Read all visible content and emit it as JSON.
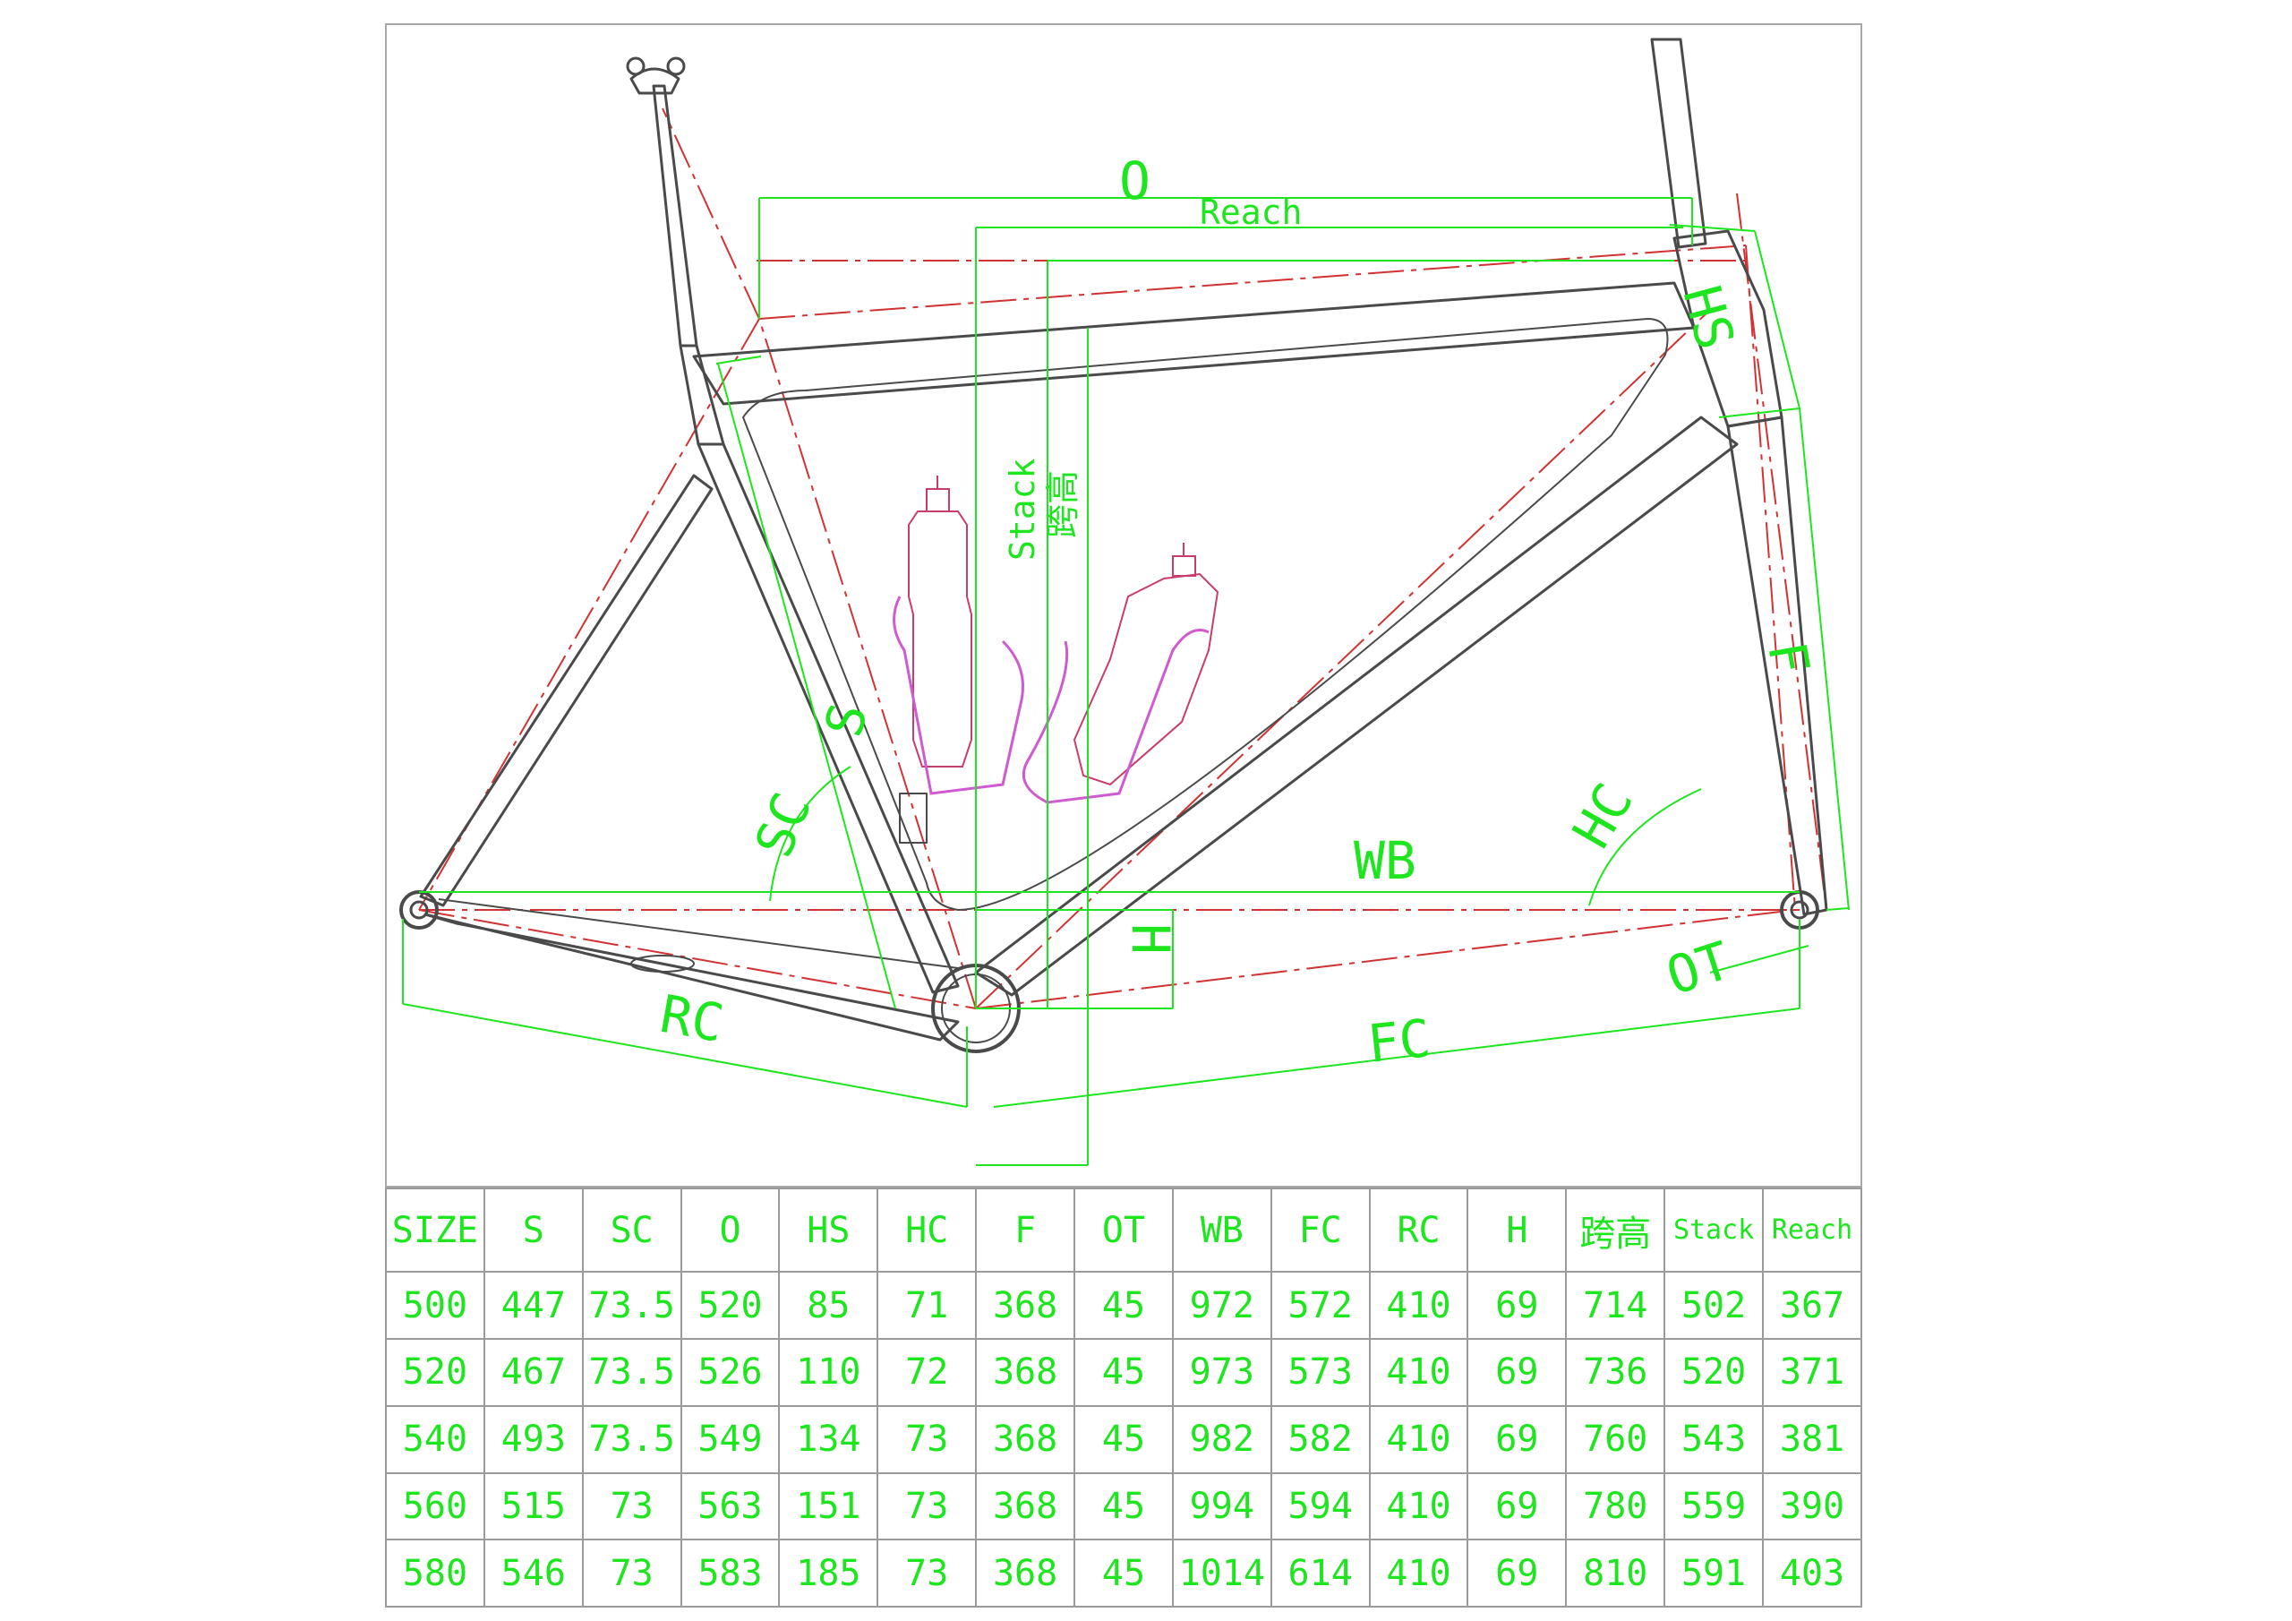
{
  "colors": {
    "dimension": "#1ee61e",
    "frame": "#4a4a4a",
    "centerline": "#d23232",
    "bottle": "#c93c6e",
    "cage": "#d05ad0",
    "border": "#a8a8a8"
  },
  "labels": {
    "O": "O",
    "Reach": "Reach",
    "HS": "HS",
    "Stack": "Stack",
    "Stack_cn": "跨高",
    "S": "S",
    "F": "F",
    "SC": "SC",
    "HC": "HC",
    "WB": "WB",
    "H": "H",
    "OT": "OT",
    "RC": "RC",
    "FC": "FC"
  },
  "table": {
    "headers": [
      "SIZE",
      "S",
      "SC",
      "O",
      "HS",
      "HC",
      "F",
      "OT",
      "WB",
      "FC",
      "RC",
      "H",
      "跨高",
      "Stack",
      "Reach"
    ],
    "rows": [
      [
        "500",
        "447",
        "73.5",
        "520",
        "85",
        "71",
        "368",
        "45",
        "972",
        "572",
        "410",
        "69",
        "714",
        "502",
        "367"
      ],
      [
        "520",
        "467",
        "73.5",
        "526",
        "110",
        "72",
        "368",
        "45",
        "973",
        "573",
        "410",
        "69",
        "736",
        "520",
        "371"
      ],
      [
        "540",
        "493",
        "73.5",
        "549",
        "134",
        "73",
        "368",
        "45",
        "982",
        "582",
        "410",
        "69",
        "760",
        "543",
        "381"
      ],
      [
        "560",
        "515",
        "73",
        "563",
        "151",
        "73",
        "368",
        "45",
        "994",
        "594",
        "410",
        "69",
        "780",
        "559",
        "390"
      ],
      [
        "580",
        "546",
        "73",
        "583",
        "185",
        "73",
        "368",
        "45",
        "1014",
        "614",
        "410",
        "69",
        "810",
        "591",
        "403"
      ]
    ]
  }
}
